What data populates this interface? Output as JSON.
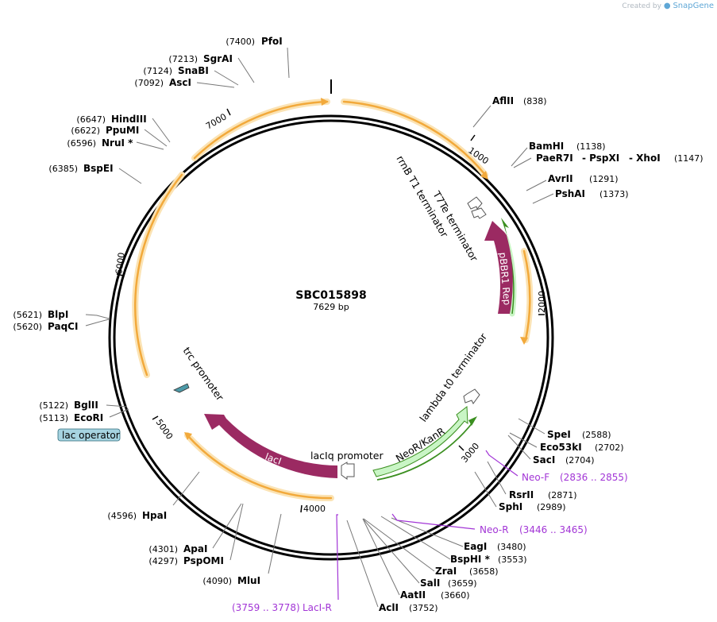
{
  "header": {
    "credit_prefix": "Created by",
    "credit_brand": "SnapGene"
  },
  "plasmid": {
    "name": "SBC015898",
    "length_label": "7629 bp"
  },
  "ticks": [
    "1000",
    "2000",
    "3000",
    "4000",
    "5000",
    "6000",
    "7000"
  ],
  "features": {
    "pbbr1_rep": "pBBR1 Rep",
    "neo_kan": "NeoR/KanR",
    "laci": "lacI",
    "rrnb": "rrnB T1 terminator",
    "t7te": "T7Te terminator",
    "lambda": "lambda t0 terminator",
    "laciq": "lacIq promoter",
    "trc": "trc promoter",
    "lac_operator": "lac operator"
  },
  "enzymes": {
    "pfoi": {
      "name": "PfoI",
      "pos": "(7400)"
    },
    "sgrai": {
      "name": "SgrAI",
      "pos": "(7213)"
    },
    "snabi": {
      "name": "SnaBI",
      "pos": "(7124)"
    },
    "asci": {
      "name": "AscI",
      "pos": "(7092)"
    },
    "hindiii": {
      "name": "HindIII",
      "pos": "(6647)"
    },
    "ppumi": {
      "name": "PpuMI",
      "pos": "(6622)"
    },
    "nrui": {
      "name": "NruI *",
      "pos": "(6596)"
    },
    "bspei": {
      "name": "BspEI",
      "pos": "(6385)"
    },
    "blpi": {
      "name": "BlpI",
      "pos": "(5621)"
    },
    "paqci": {
      "name": "PaqCI",
      "pos": "(5620)"
    },
    "bglii": {
      "name": "BglII",
      "pos": "(5122)"
    },
    "ecori": {
      "name": "EcoRI",
      "pos": "(5113)"
    },
    "hpai": {
      "name": "HpaI",
      "pos": "(4596)"
    },
    "apai": {
      "name": "ApaI",
      "pos": "(4301)"
    },
    "pspomi": {
      "name": "PspOMI",
      "pos": "(4297)"
    },
    "mlui": {
      "name": "MluI",
      "pos": "(4090)"
    },
    "aflii": {
      "name": "AflII",
      "pos": "(838)"
    },
    "bamhi": {
      "name": "BamHI",
      "pos": "(1138)"
    },
    "paer7i": {
      "name": "PaeR7I",
      "pos": ""
    },
    "pspxi": {
      "name": "- PspXI",
      "pos": ""
    },
    "xhoi": {
      "name": "- XhoI",
      "pos": "(1147)"
    },
    "avrii": {
      "name": "AvrII",
      "pos": "(1291)"
    },
    "pshai": {
      "name": "PshAI",
      "pos": "(1373)"
    },
    "spei": {
      "name": "SpeI",
      "pos": "(2588)"
    },
    "eco53ki": {
      "name": "Eco53kI",
      "pos": "(2702)"
    },
    "saci": {
      "name": "SacI",
      "pos": "(2704)"
    },
    "rsrii": {
      "name": "RsrII",
      "pos": "(2871)"
    },
    "sphi": {
      "name": "SphI",
      "pos": "(2989)"
    },
    "eagi": {
      "name": "EagI",
      "pos": "(3480)"
    },
    "bsphi": {
      "name": "BspHI *",
      "pos": "(3553)"
    },
    "zrai": {
      "name": "ZraI",
      "pos": "(3658)"
    },
    "sali": {
      "name": "SalI",
      "pos": "(3659)"
    },
    "aatii": {
      "name": "AatII",
      "pos": "(3660)"
    },
    "acli": {
      "name": "AclI",
      "pos": "(3752)"
    }
  },
  "primers": {
    "neo_f": {
      "name": "Neo-F",
      "range": "(2836 .. 2855)"
    },
    "neo_r": {
      "name": "Neo-R",
      "range": "(3446 .. 3465)"
    },
    "laci_r": {
      "name": "LacI-R",
      "range": "(3759 .. 3778)"
    }
  },
  "colors": {
    "backbone": "#000000",
    "orf": "#f2a93b",
    "orf_glow": "#fbe3b4",
    "rep": "#9b2a62",
    "neo_fill": "#c9f5c5",
    "neo_glow": "#3b8f20",
    "operator": "#a6d3e0",
    "primer": "#a235d6"
  }
}
